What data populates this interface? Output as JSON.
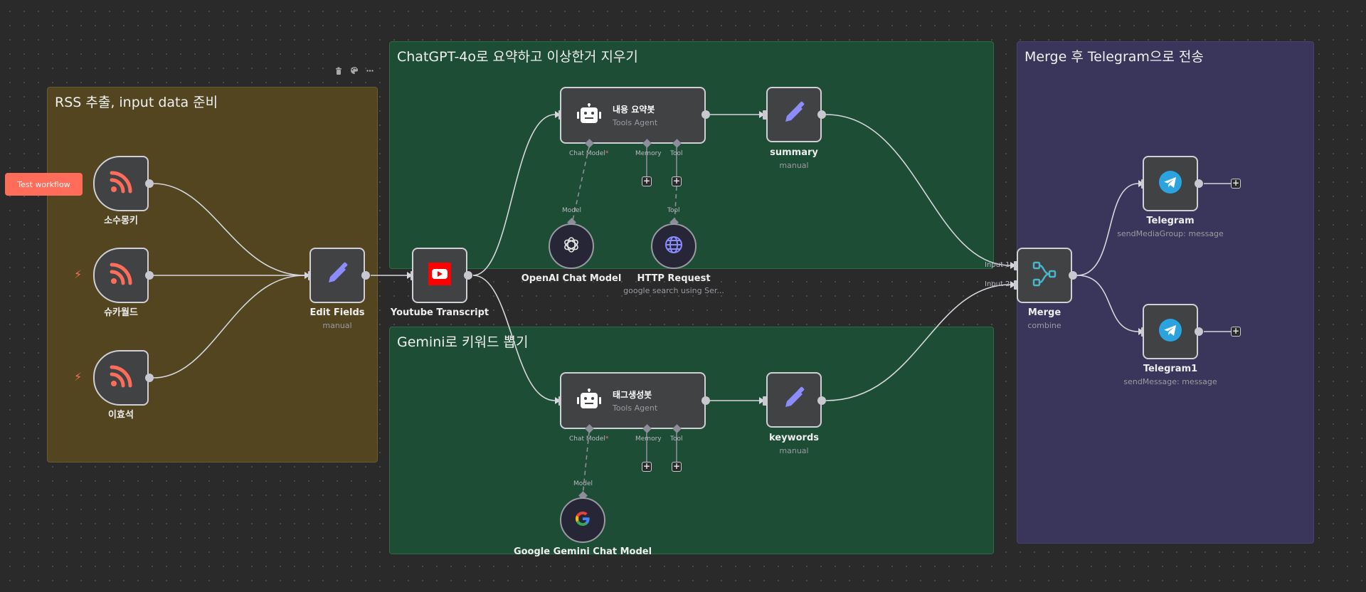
{
  "toolbar": {
    "test_workflow_label": "Test workflow",
    "group_actions": [
      "delete-icon",
      "palette-icon",
      "more-icon"
    ]
  },
  "groups": {
    "rss": {
      "title": "RSS 추출, input data 준비",
      "color": "#524520"
    },
    "gpt": {
      "title": "ChatGPT-4o로 요약하고 이상한거 지우기",
      "color": "#1e4d35"
    },
    "gemini": {
      "title": "Gemini로 키워드 뽑기",
      "color": "#1e4d35"
    },
    "telegram": {
      "title": "Merge 후 Telegram으로 전송",
      "color": "#3a355a"
    }
  },
  "nodes": {
    "rss1": {
      "name": "소수몽키",
      "icon": "rss-icon"
    },
    "rss2": {
      "name": "슈카월드",
      "icon": "rss-icon"
    },
    "rss3": {
      "name": "이효석",
      "icon": "rss-icon"
    },
    "edit_fields": {
      "name": "Edit Fields",
      "subtitle": "manual",
      "icon": "pencil-icon"
    },
    "youtube": {
      "name": "Youtube Transcript",
      "icon": "youtube-icon"
    },
    "agent1": {
      "name": "내용 요약봇",
      "subtitle": "Tools Agent",
      "icon": "robot-icon"
    },
    "summary": {
      "name": "summary",
      "subtitle": "manual",
      "icon": "pencil-icon"
    },
    "openai": {
      "name": "OpenAI Chat Model",
      "icon": "openai-icon"
    },
    "http": {
      "name": "HTTP Request",
      "subtitle": "google search using Ser...",
      "icon": "globe-icon"
    },
    "agent2": {
      "name": "태그생성봇",
      "subtitle": "Tools Agent",
      "icon": "robot-icon"
    },
    "keywords": {
      "name": "keywords",
      "subtitle": "manual",
      "icon": "pencil-icon"
    },
    "gemini": {
      "name": "Google Gemini Chat Model",
      "icon": "google-icon"
    },
    "merge": {
      "name": "Merge",
      "subtitle": "combine",
      "icon": "merge-icon"
    },
    "telegram": {
      "name": "Telegram",
      "subtitle": "sendMediaGroup: message",
      "icon": "telegram-icon"
    },
    "telegram1": {
      "name": "Telegram1",
      "subtitle": "sendMessage: message",
      "icon": "telegram-icon"
    }
  },
  "ports": {
    "chat_model": "Chat Model",
    "required_mark": "*",
    "memory": "Memory",
    "tool": "Tool",
    "model": "Model",
    "input1": "Input 1",
    "input2": "Input 2"
  },
  "colors": {
    "accent": "#ff6d5a",
    "pencil": "#8c8cff",
    "telegram": "#2aa3df",
    "merge": "#4ab5c9",
    "youtube": "#ff0000"
  }
}
